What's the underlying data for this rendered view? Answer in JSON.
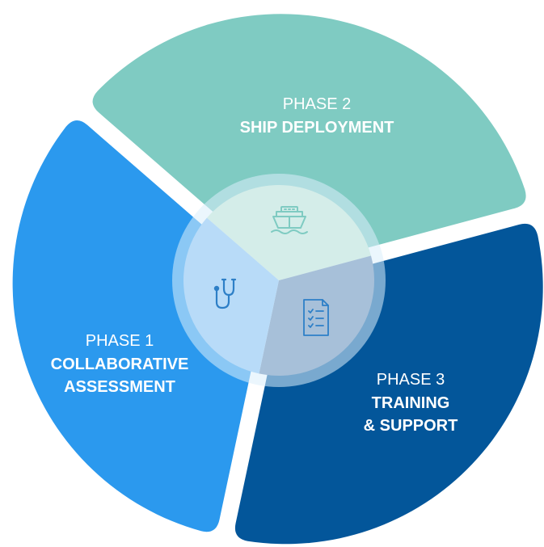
{
  "colors": {
    "phase1": "#2b99ee",
    "phase2": "#7fcbc2",
    "phase3": "#03569a",
    "hub_ring": "#dbeefb",
    "hub_center": "#cfe6f7",
    "icon_stroke": "#2d7fc7",
    "ship_icon_stroke": "#7fcbc2"
  },
  "phases": [
    {
      "number_label": "PHASE 1",
      "name_lines": [
        "COLLABORATIVE",
        "ASSESSMENT"
      ],
      "icon": "stethoscope-icon"
    },
    {
      "number_label": "PHASE 2",
      "name_lines": [
        "SHIP DEPLOYMENT"
      ],
      "icon": "ship-icon"
    },
    {
      "number_label": "PHASE 3",
      "name_lines": [
        "TRAINING",
        "& SUPPORT"
      ],
      "icon": "checklist-document-icon"
    }
  ]
}
